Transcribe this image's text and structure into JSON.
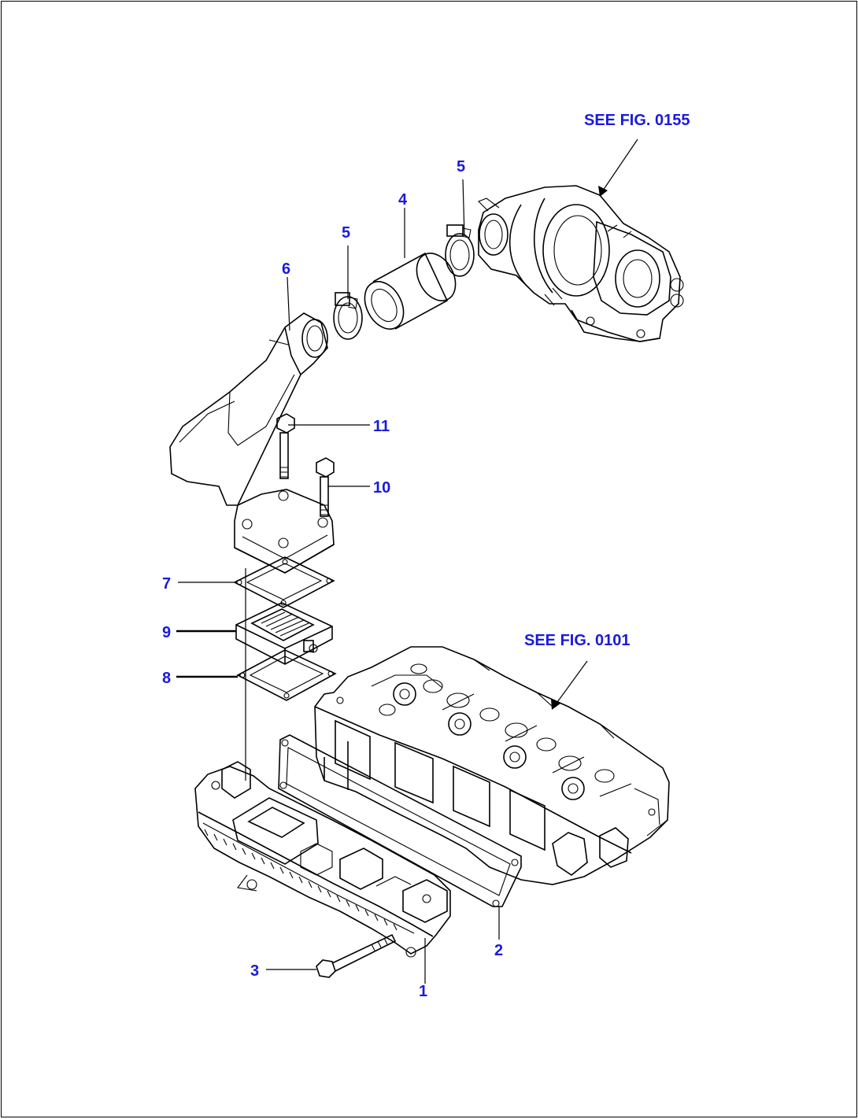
{
  "references": [
    {
      "id": "ref-fig-0155",
      "text": "SEE FIG. 0155"
    },
    {
      "id": "ref-fig-0101",
      "text": "SEE FIG. 0101"
    }
  ],
  "callouts": [
    {
      "id": "1",
      "text": "1"
    },
    {
      "id": "2",
      "text": "2"
    },
    {
      "id": "3",
      "text": "3"
    },
    {
      "id": "4",
      "text": "4"
    },
    {
      "id": "5a",
      "text": "5"
    },
    {
      "id": "5b",
      "text": "5"
    },
    {
      "id": "6",
      "text": "6"
    },
    {
      "id": "7",
      "text": "7"
    },
    {
      "id": "8",
      "text": "8"
    },
    {
      "id": "9",
      "text": "9"
    },
    {
      "id": "10",
      "text": "10"
    },
    {
      "id": "11",
      "text": "11"
    }
  ],
  "colors": {
    "callout": "#1a1adb",
    "line": "#000000"
  }
}
